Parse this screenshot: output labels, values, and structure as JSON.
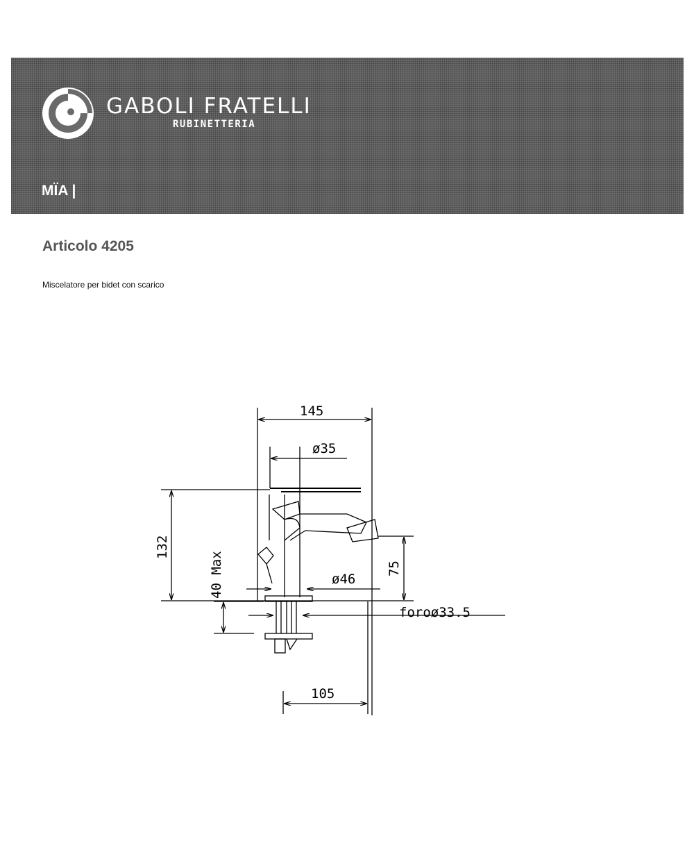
{
  "header": {
    "brand_name": "GABOLI FRATELLI",
    "brand_sub": "RUBINETTERIA",
    "series": "MÏA |",
    "logo_icon": "spiral-logo-icon"
  },
  "product": {
    "title": "Articolo 4205",
    "description": "Miscelatore per bidet con scarico"
  },
  "dimensions": {
    "width_total": "145",
    "handle_dia": "ø35",
    "height_total": "132",
    "deck_thickness": "40 Max",
    "spout_height": "75",
    "body_dia": "ø46",
    "hole_dia": "foroø33.5",
    "reach": "105"
  },
  "colors": {
    "banner": "#6a6a6a",
    "title": "#555555"
  }
}
